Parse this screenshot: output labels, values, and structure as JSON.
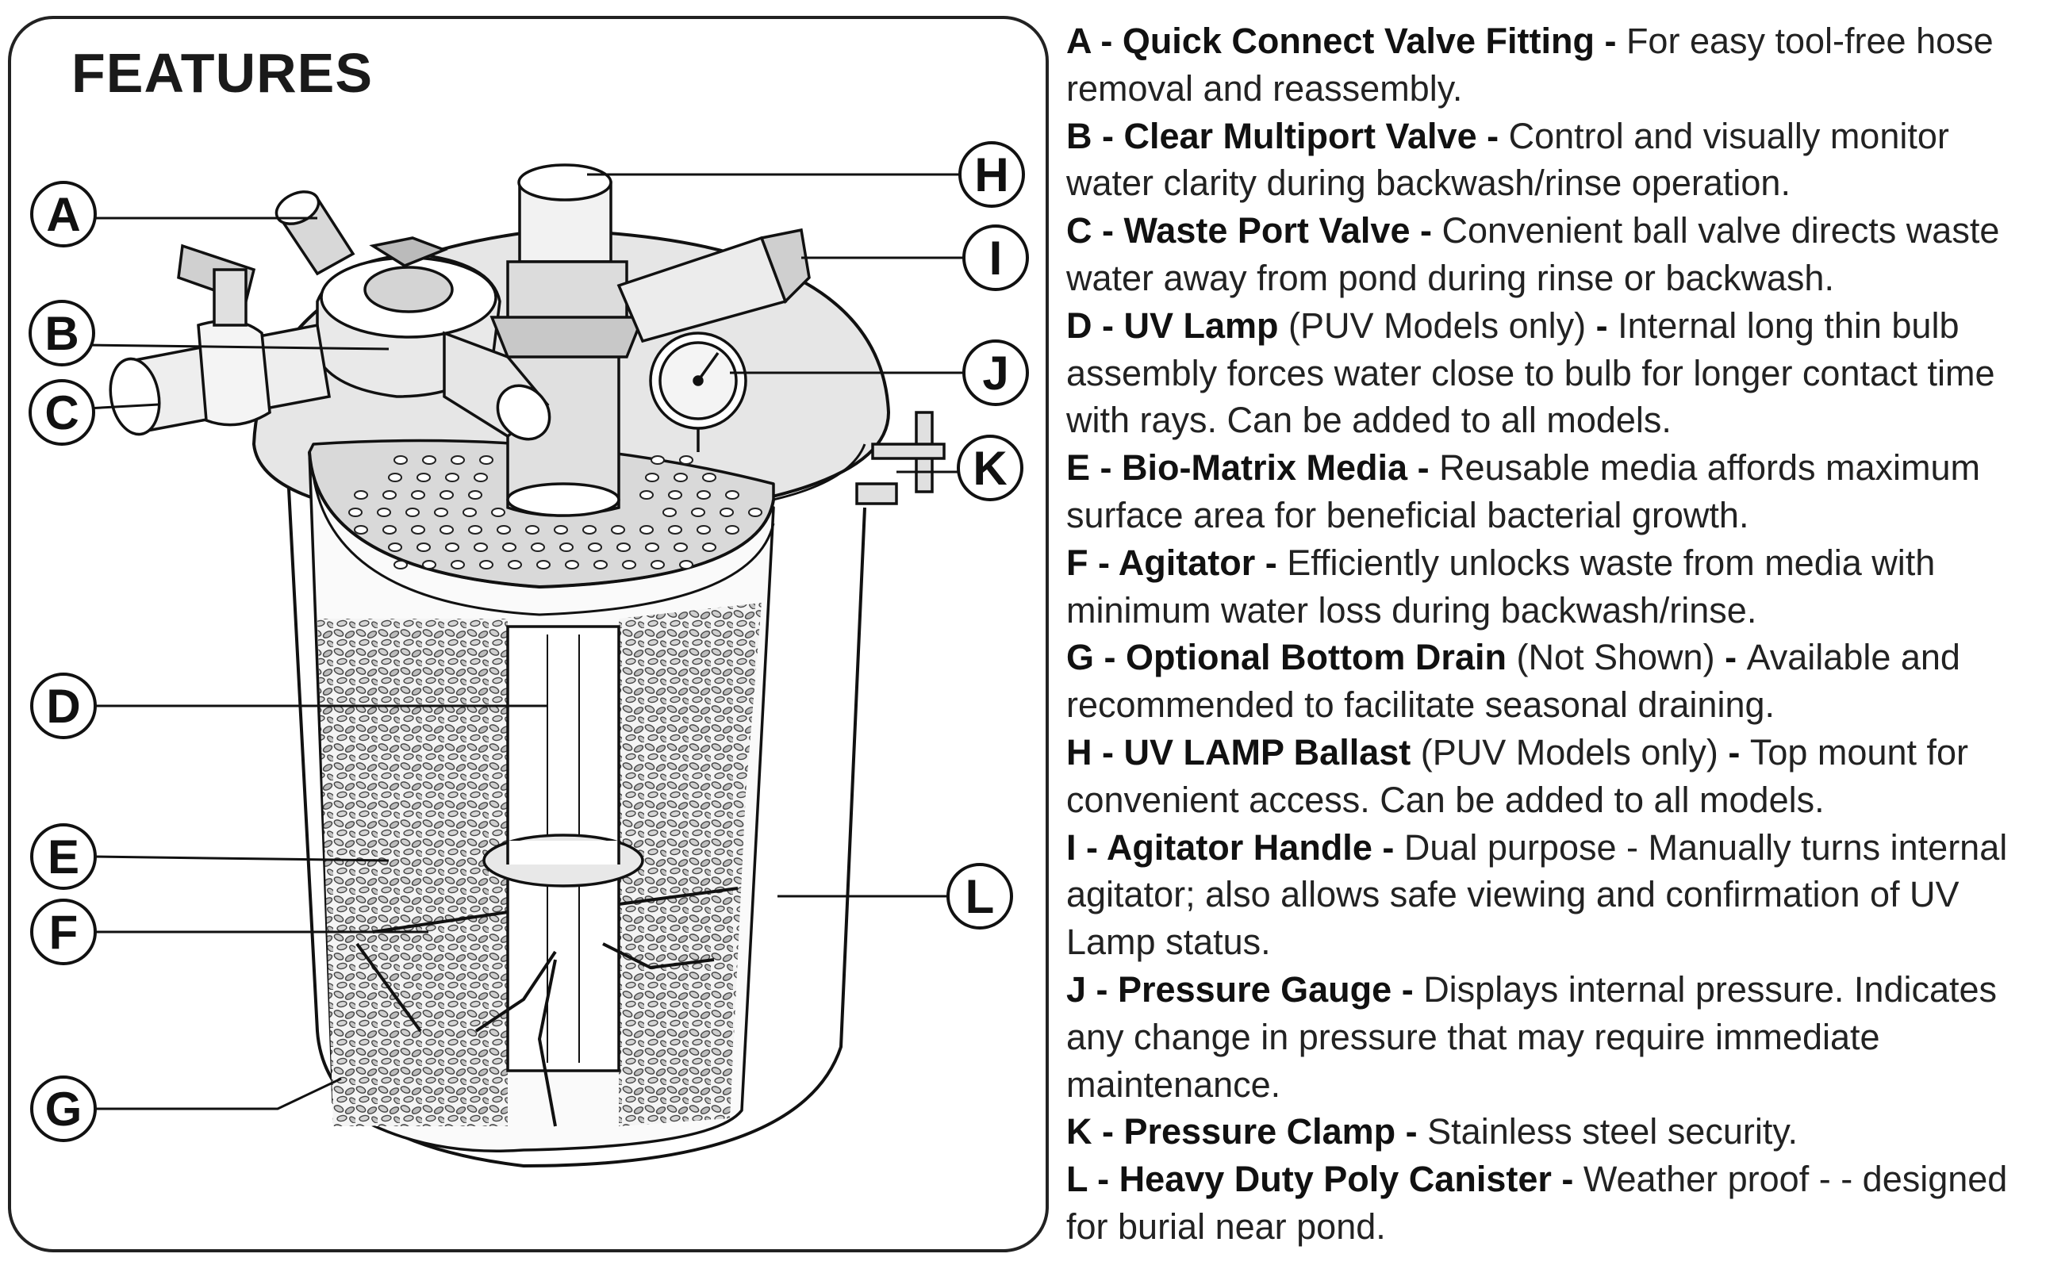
{
  "title": "FEATURES",
  "features": [
    {
      "letter": "A",
      "name": "A - Quick Connect Valve Fitting",
      "sep": " - ",
      "desc": "For easy tool-free hose removal and reassembly."
    },
    {
      "letter": "B",
      "name": "B - Clear Multiport Valve",
      "sep": " - ",
      "desc": "Control and visually monitor water clarity during backwash/rinse operation."
    },
    {
      "letter": "C",
      "name": "C - Waste Port Valve",
      "sep": " - ",
      "desc": "Convenient ball valve directs waste water away from pond during rinse or backwash."
    },
    {
      "letter": "D",
      "name": " D - UV Lamp",
      "note": " (PUV Models only)",
      "sep": " - ",
      "desc": "Internal long thin bulb assembly forces water close to bulb for longer contact time with rays.  Can be added to all models."
    },
    {
      "letter": "E",
      "name": "E - Bio-Matrix Media",
      "sep": " - ",
      "desc": "Reusable media affords maximum surface area for beneficial bacterial growth."
    },
    {
      "letter": "F",
      "name": "F - Agitator",
      "sep": " - ",
      "desc": "Efficiently unlocks waste from media with minimum water loss during backwash/rinse."
    },
    {
      "letter": "G",
      "name": "G - Optional Bottom Drain",
      "note": " (Not Shown)",
      "sep": " - ",
      "desc": "Available and recommended to facilitate seasonal draining."
    },
    {
      "letter": "H",
      "name": "H - UV LAMP Ballast",
      "note": " (PUV Models only)",
      "sep": " - ",
      "desc": "Top mount for convenient access. Can be added to all models."
    },
    {
      "letter": "I",
      "name": "I - Agitator Handle",
      "sep": " - ",
      "desc": "Dual purpose - Manually turns internal agitator; also allows safe viewing and confirmation of UV Lamp status."
    },
    {
      "letter": "J",
      "name": "J - Pressure Gauge",
      "sep": " - ",
      "desc": "Displays internal pressure. Indicates any change in pressure that may require immediate maintenance."
    },
    {
      "letter": "K",
      "name": "K - Pressure Clamp",
      "sep": " - ",
      "desc": "Stainless steel security."
    },
    {
      "letter": "L",
      "name": "L - Heavy Duty Poly Canister",
      "sep": " - ",
      "desc": "Weather proof - - designed for burial near pond."
    }
  ],
  "callouts": [
    "A",
    "B",
    "C",
    "D",
    "E",
    "F",
    "G",
    "H",
    "I",
    "J",
    "K",
    "L"
  ]
}
